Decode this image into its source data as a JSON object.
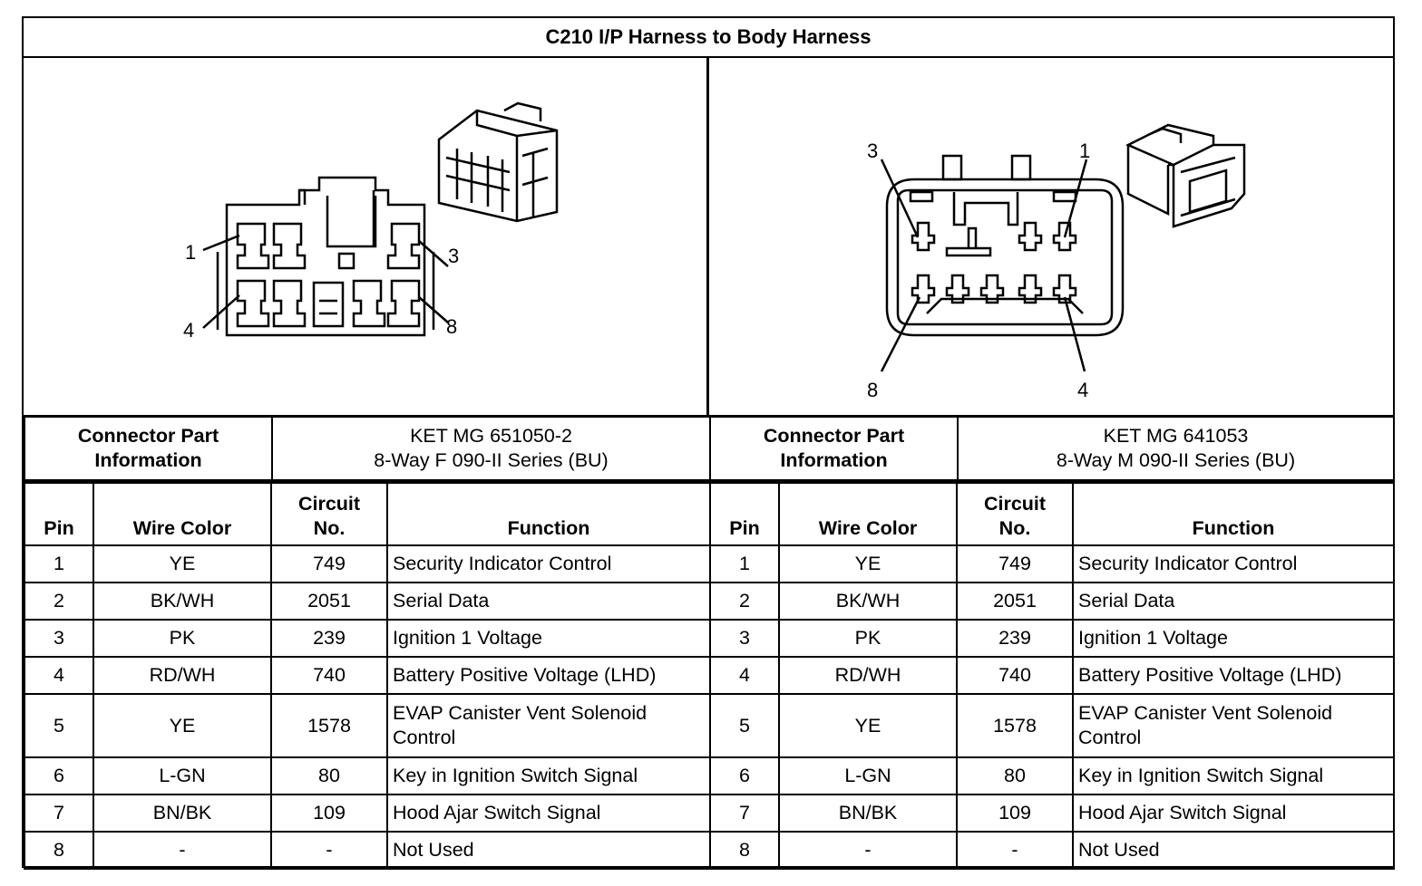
{
  "title": "C210 I/P Harness to Body Harness",
  "left": {
    "callouts": [
      "1",
      "3",
      "4",
      "8"
    ],
    "info_label_line1": "Connector Part",
    "info_label_line2": "Information",
    "info_value_line1": "KET MG 651050-2",
    "info_value_line2": "8-Way F 090-II Series (BU)"
  },
  "right": {
    "callouts": [
      "3",
      "1",
      "8",
      "4"
    ],
    "info_label_line1": "Connector Part",
    "info_label_line2": "Information",
    "info_value_line1": "KET MG 641053",
    "info_value_line2": "8-Way M 090-II Series (BU)"
  },
  "headers": {
    "pin": "Pin",
    "wire_color": "Wire Color",
    "circuit_line1": "Circuit",
    "circuit_line2": "No.",
    "function": "Function"
  },
  "rows": [
    {
      "pin": "1",
      "wire": "YE",
      "circuit": "749",
      "function": "Security Indicator Control"
    },
    {
      "pin": "2",
      "wire": "BK/WH",
      "circuit": "2051",
      "function": "Serial Data"
    },
    {
      "pin": "3",
      "wire": "PK",
      "circuit": "239",
      "function": "Ignition 1 Voltage"
    },
    {
      "pin": "4",
      "wire": "RD/WH",
      "circuit": "740",
      "function": "Battery Positive Voltage (LHD)"
    },
    {
      "pin": "5",
      "wire": "YE",
      "circuit": "1578",
      "function_line1": "EVAP Canister Vent Solenoid",
      "function_line2": "Control"
    },
    {
      "pin": "6",
      "wire": "L-GN",
      "circuit": "80",
      "function": "Key in Ignition Switch Signal"
    },
    {
      "pin": "7",
      "wire": "BN/BK",
      "circuit": "109",
      "function": "Hood Ajar Switch Signal"
    },
    {
      "pin": "8",
      "wire": "-",
      "circuit": "-",
      "function": "Not Used"
    }
  ]
}
